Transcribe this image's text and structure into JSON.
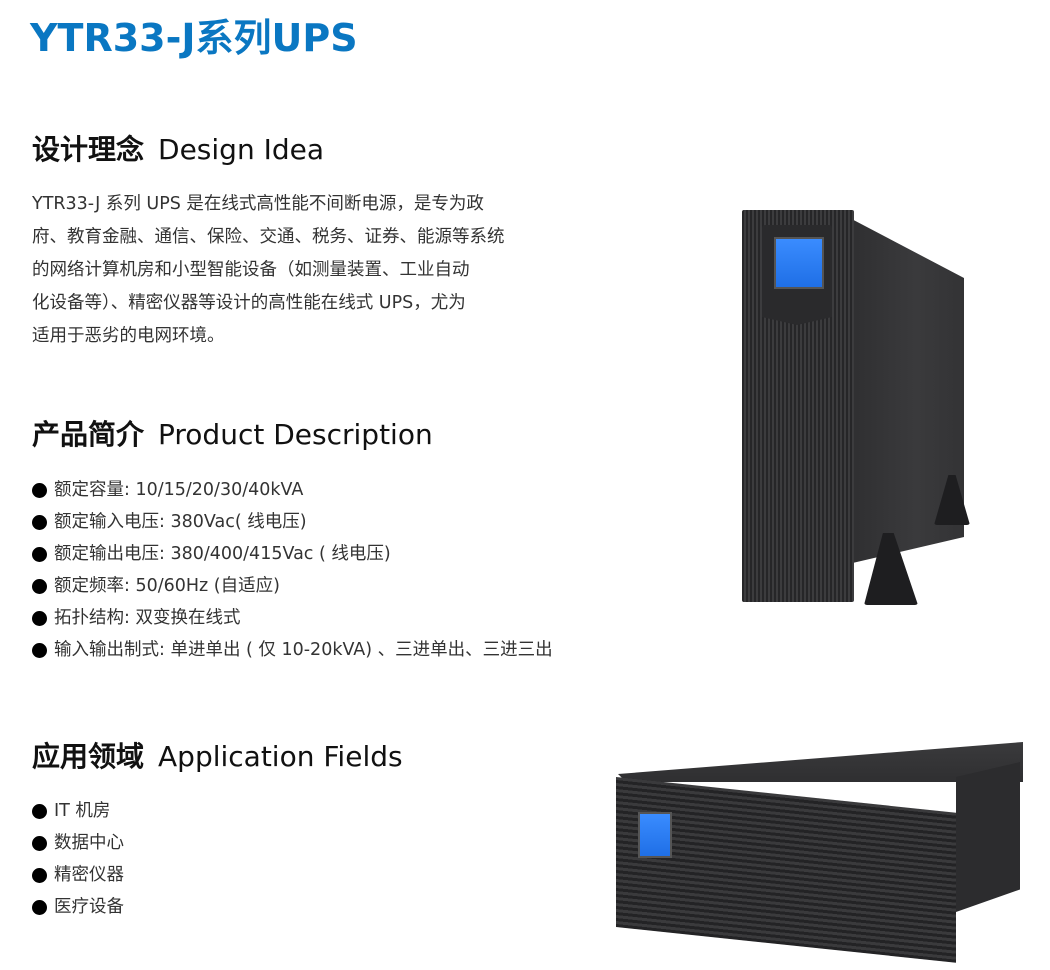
{
  "title": "YTR33-J系列UPS",
  "colors": {
    "title": "#0a77c2",
    "text": "#333333",
    "heading": "#111111",
    "bullet": "#000000"
  },
  "design_idea": {
    "heading_cn": "设计理念",
    "heading_en": "Design Idea",
    "lines": [
      "YTR33-J 系列 UPS 是在线式高性能不间断电源，是专为政",
      "府、教育金融、通信、保险、交通、税务、证券、能源等系统",
      "的网络计算机房和小型智能设备（如测量装置、工业自动",
      "化设备等）、精密仪器等设计的高性能在线式 UPS，尤为",
      "适用于恶劣的电网环境。"
    ]
  },
  "product_description": {
    "heading_cn": "产品简介",
    "heading_en": "Product Description",
    "items": [
      "额定容量: 10/15/20/30/40kVA",
      "额定输入电压: 380Vac( 线电压)",
      "额定输出电压: 380/400/415Vac ( 线电压)",
      "额定频率: 50/60Hz (自适应)",
      "拓扑结构: 双变换在线式",
      "输入输出制式: 单进单出 ( 仅 10-20kVA) 、三进单出、三进三出"
    ]
  },
  "application_fields": {
    "heading_cn": "应用领域",
    "heading_en": "Application Fields",
    "items": [
      "IT 机房",
      "数据中心",
      "精密仪器",
      "医疗设备"
    ]
  },
  "images": {
    "tower": "tower-ups-product-image",
    "rack": "rack-ups-product-image"
  }
}
